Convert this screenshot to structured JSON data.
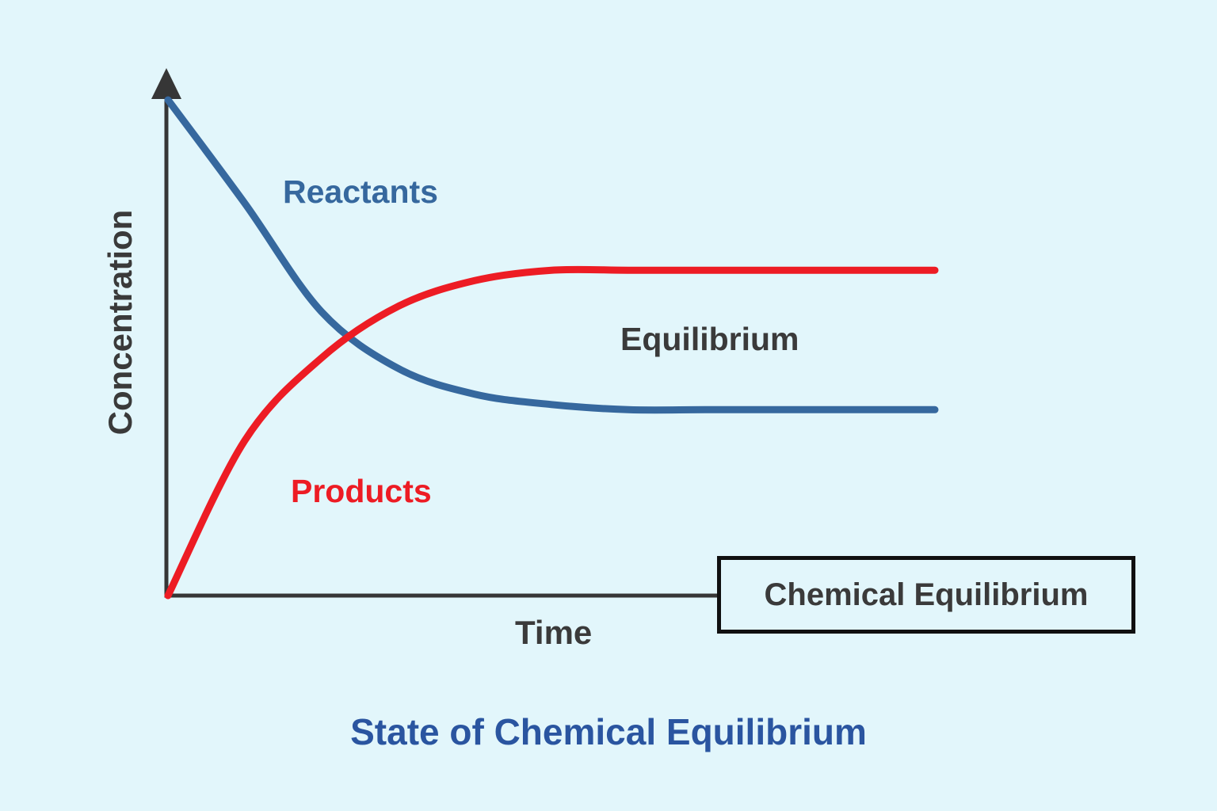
{
  "figure": {
    "background": "#e2f6fb"
  },
  "labels": {
    "y_axis": "Concentration",
    "x_axis": "Time",
    "reactants": "Reactants",
    "products": "Products",
    "equilibrium": "Equilibrium",
    "box": "Chemical Equilibrium",
    "title": "State of Chemical Equilibrium"
  },
  "colors": {
    "reactants_curve": "#36689e",
    "products_curve": "#ed1c24",
    "axis": "#363636",
    "dark_text": "#3a3a3a",
    "box_border": "#101010",
    "title_blue": "#2a55a0",
    "background": "#e2f6fb"
  },
  "chart_data": {
    "type": "line",
    "title": "State of Chemical Equilibrium",
    "xlabel": "Time",
    "ylabel": "Concentration",
    "axis_tick_labels_shown": false,
    "grid": false,
    "legend": "inline-curve-labels",
    "x": [
      0,
      1,
      2,
      3,
      4,
      5,
      6,
      7,
      8,
      9,
      10
    ],
    "ylim": [
      0,
      1
    ],
    "series": [
      {
        "name": "Reactants",
        "color": "#36689e",
        "values": [
          0.96,
          0.76,
          0.55,
          0.44,
          0.39,
          0.37,
          0.36,
          0.36,
          0.36,
          0.36,
          0.36
        ]
      },
      {
        "name": "Products",
        "color": "#ed1c24",
        "values": [
          0.0,
          0.3,
          0.46,
          0.56,
          0.61,
          0.63,
          0.63,
          0.63,
          0.63,
          0.63,
          0.63
        ]
      }
    ],
    "annotations": [
      {
        "text": "Equilibrium",
        "position": "right-center-between-curves"
      },
      {
        "text": "Chemical Equilibrium",
        "position": "boxed-callout-at-x-axis-end"
      }
    ]
  }
}
